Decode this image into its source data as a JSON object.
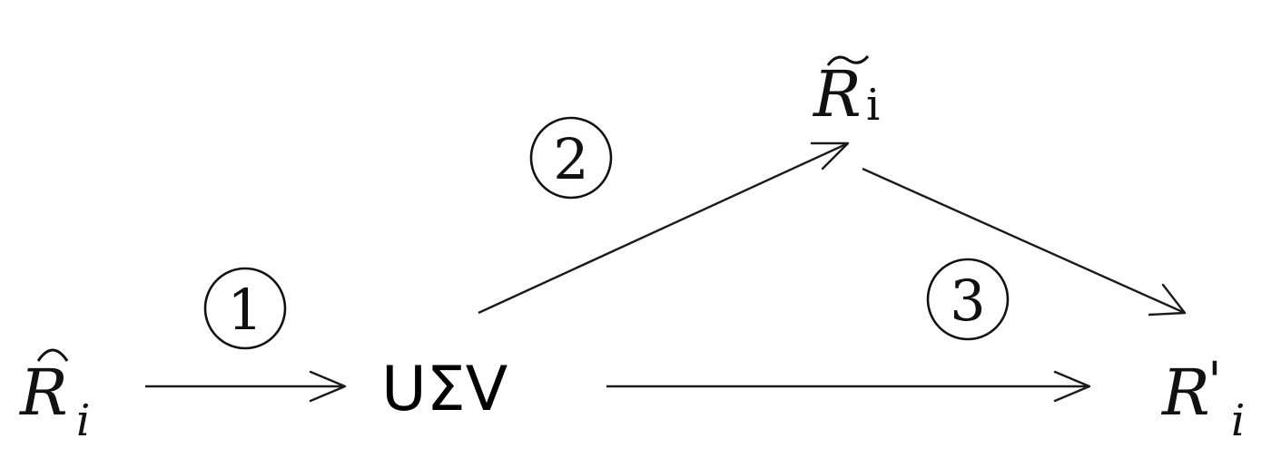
{
  "nodes": {
    "r_hat": {
      "base": "R",
      "accent": "⌒",
      "sub": "i"
    },
    "usv": {
      "label": "UΣV"
    },
    "r_tilde": {
      "base": "R",
      "accent": "~",
      "sub": "i"
    },
    "r_prime": {
      "base": "R",
      "prime": "'",
      "sub": "i"
    }
  },
  "steps": {
    "step1": "1",
    "step2": "2",
    "step3": "3"
  },
  "edges": [
    {
      "from": "r_hat",
      "to": "usv",
      "step": "1"
    },
    {
      "from": "usv",
      "to": "r_tilde",
      "step": "2"
    },
    {
      "from": "r_tilde",
      "to": "r_prime",
      "step": "3"
    },
    {
      "from": "usv",
      "to": "r_prime",
      "step": "3"
    }
  ]
}
